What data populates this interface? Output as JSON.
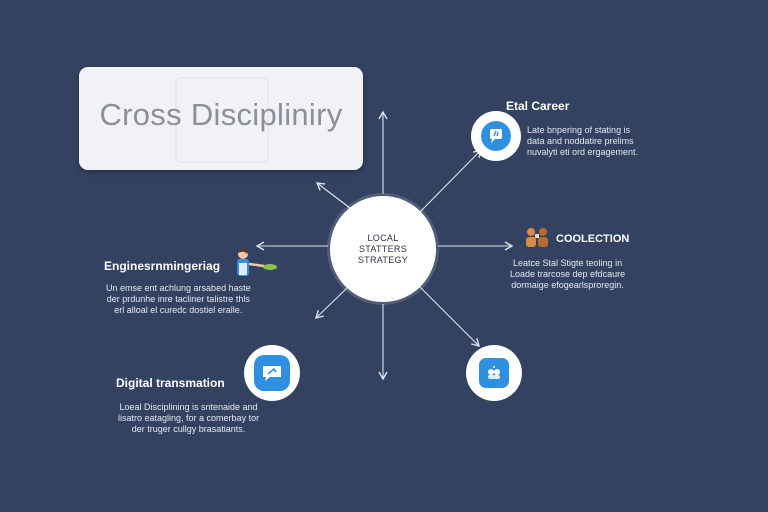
{
  "title": "Cross Discipliniry",
  "hub": {
    "lines": [
      "LOCAL",
      "STATTERS",
      "STRATEGY"
    ]
  },
  "nodes": {
    "career": {
      "heading": "Etal Career",
      "desc": [
        "Late bnpering of stating is",
        "data and noddatire prelims",
        "nuvalyti eti ord ergagement."
      ]
    },
    "engineering": {
      "heading": "Enginesrnmingeriag",
      "desc": [
        "Un emse ent achlung arsabed haste",
        "der prdunhe inre tacliner talistre thls",
        "erl alloal el curedc dostiel eralle."
      ]
    },
    "collection": {
      "heading": "COOLECTION",
      "desc": [
        "Leatce Stal Stigte teoling in",
        "Loade trarcose dep efdcaure",
        "dormaige efogearlsproregin."
      ]
    },
    "digital": {
      "heading": "Digital transmation",
      "desc": [
        "Loeal Disciplining is sntenaide and",
        "lisatro eatagling, for a comerbay tor",
        "der truger cullgy brasatiants."
      ]
    }
  },
  "icons": {
    "career": "chat-bubble-icon",
    "engineering": "person-watering-icon",
    "collection": "people-group-icon",
    "digital": "message-icon",
    "bottom_right": "chat-group-icon"
  },
  "colors": {
    "background": "#334261",
    "accent": "#2f8fe0",
    "card": "#f1f2f5",
    "orange": "#d98a45"
  }
}
